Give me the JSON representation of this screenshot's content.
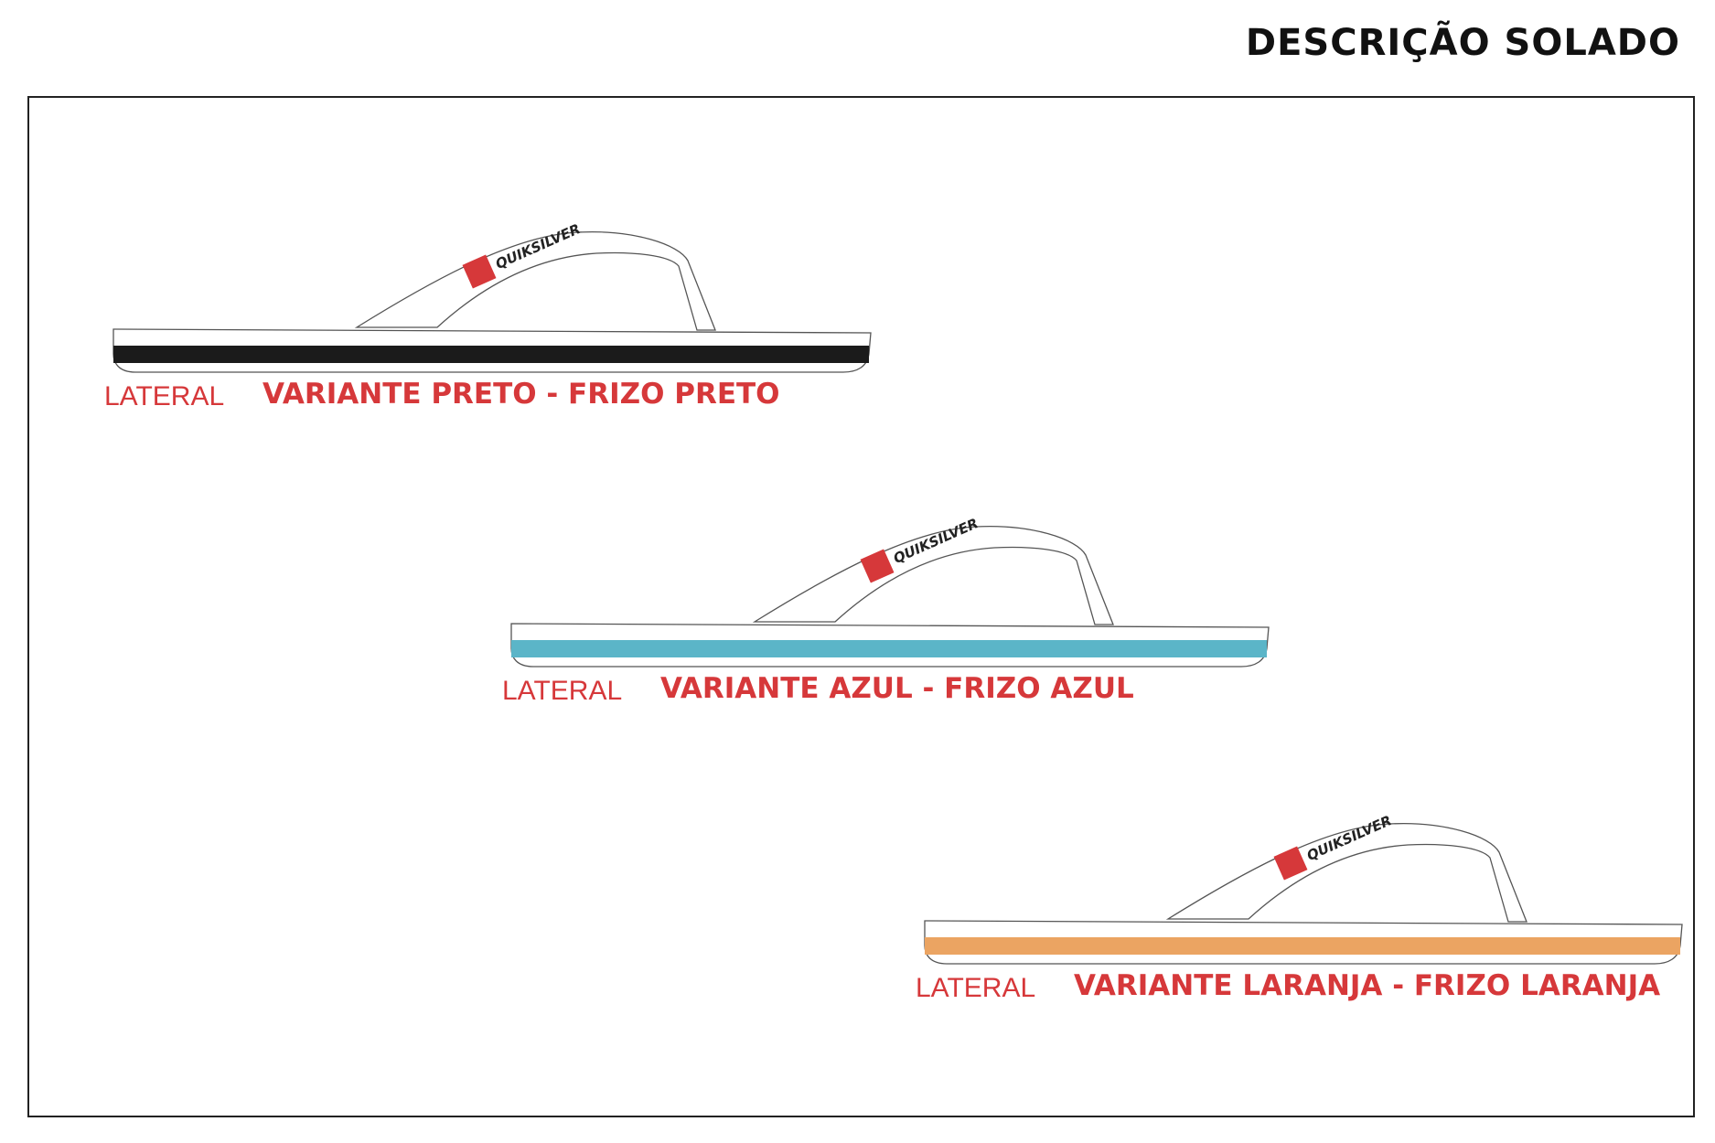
{
  "title": "DESCRIÇÃO SOLADO",
  "brand": "QUIKSILVER",
  "colors": {
    "label_red": "#d6383a",
    "logo_red": "#d6383a",
    "outline": "#555555"
  },
  "variants": [
    {
      "lateral_label": "LATERAL",
      "name": "VARIANTE PRETO - FRIZO PRETO",
      "stripe_color": "#1b1b1b"
    },
    {
      "lateral_label": "LATERAL",
      "name": "VARIANTE AZUL - FRIZO AZUL",
      "stripe_color": "#5bb5c8"
    },
    {
      "lateral_label": "LATERAL",
      "name": "VARIANTE LARANJA - FRIZO LARANJA",
      "stripe_color": "#eba462"
    }
  ]
}
